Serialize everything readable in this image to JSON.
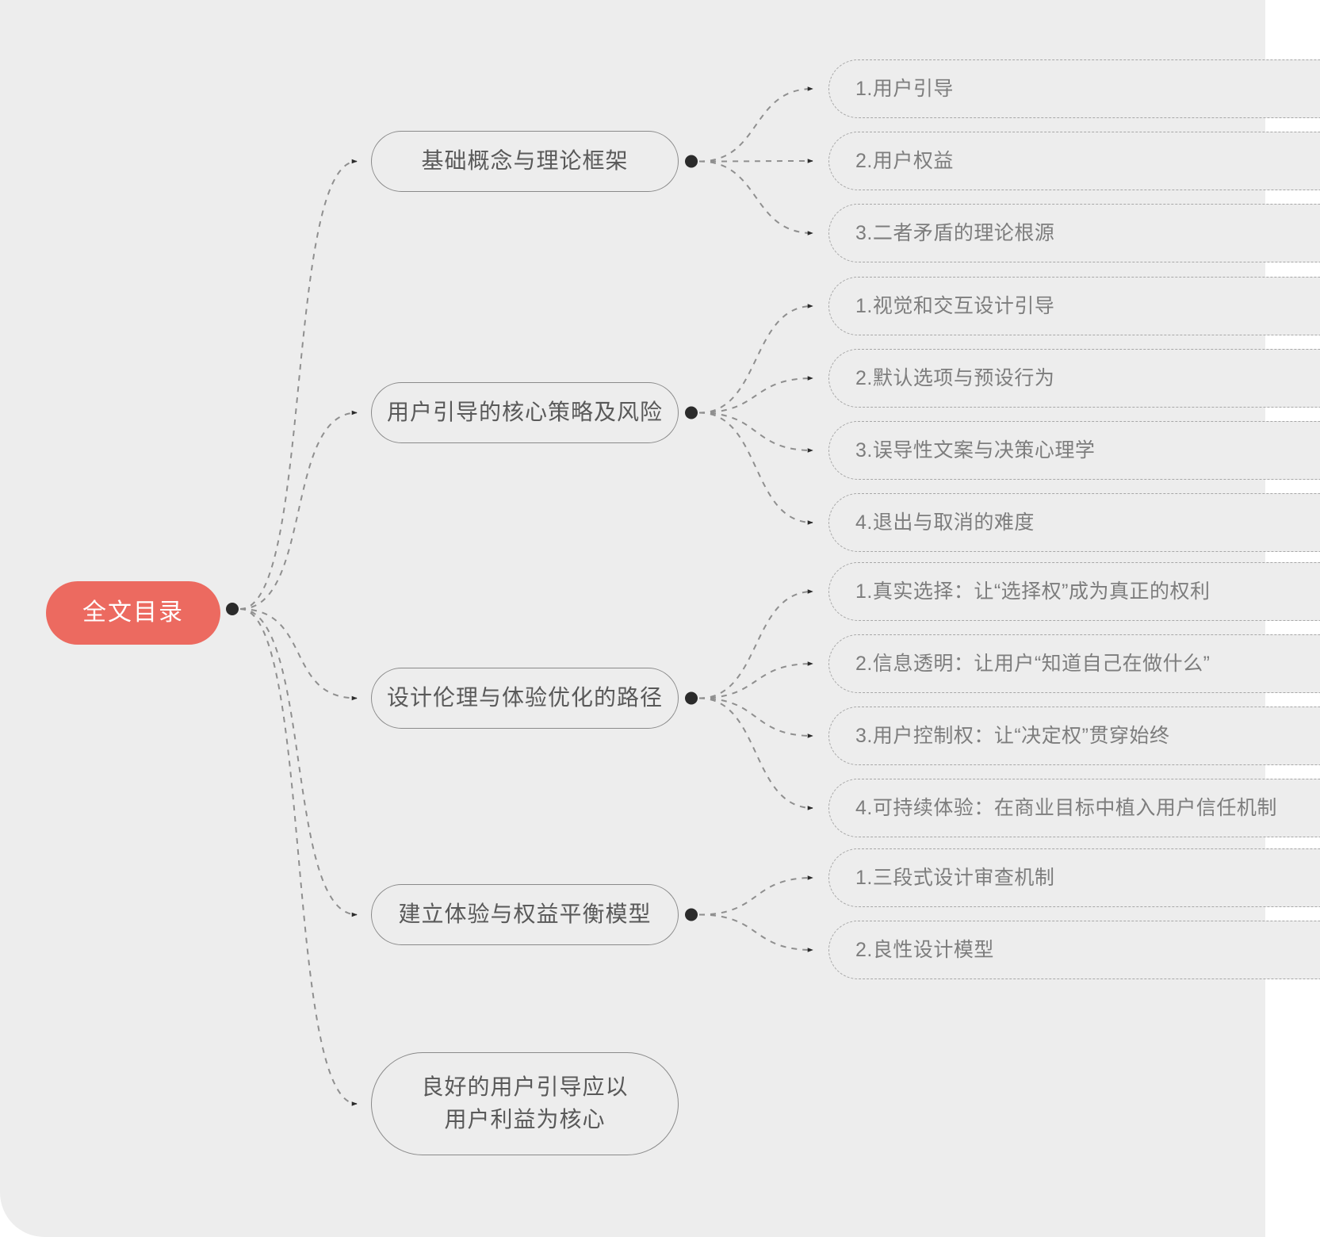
{
  "theme": {
    "background": "#ededed",
    "page_background": "#ffffff",
    "root_fill": "#ec6a60",
    "root_text": "#ffffff",
    "branch_border": "#8a8a8a",
    "branch_text": "#595959",
    "leaf_border": "#a8a8a8",
    "leaf_text": "#7d7d7d",
    "edge_color": "#8f8f8f",
    "dot_color": "#2b2b2b"
  },
  "mindmap": {
    "root": {
      "label": "全文目录"
    },
    "branches": [
      {
        "label": "基础概念与理论框架",
        "leaves": [
          {
            "label": "1.用户引导"
          },
          {
            "label": "2.用户权益"
          },
          {
            "label": "3.二者矛盾的理论根源"
          }
        ]
      },
      {
        "label": "用户引导的核心策略及风险",
        "leaves": [
          {
            "label": "1.视觉和交互设计引导"
          },
          {
            "label": "2.默认选项与预设行为"
          },
          {
            "label": "3.误导性文案与决策心理学"
          },
          {
            "label": "4.退出与取消的难度"
          }
        ]
      },
      {
        "label": "设计伦理与体验优化的路径",
        "leaves": [
          {
            "label": "1.真实选择：让“选择权”成为真正的权利"
          },
          {
            "label": "2.信息透明：让用户“知道自己在做什么”"
          },
          {
            "label": "3.用户控制权：让“决定权”贯穿始终"
          },
          {
            "label": "4.可持续体验：在商业目标中植入用户信任机制"
          }
        ]
      },
      {
        "label": "建立体验与权益平衡模型",
        "leaves": [
          {
            "label": "1.三段式设计审查机制"
          },
          {
            "label": "2.良性设计模型"
          }
        ]
      },
      {
        "label": "良好的用户引导应以\n用户利益为核心",
        "leaves": []
      }
    ]
  }
}
